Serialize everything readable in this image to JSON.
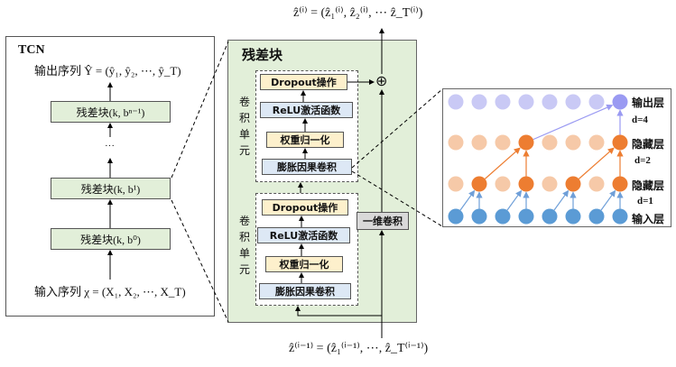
{
  "top_formula": "ẑ⁽ⁱ⁾ = (ẑ₁⁽ⁱ⁾, ẑ₂⁽ⁱ⁾, ⋯ ẑ_T⁽ⁱ⁾)",
  "bottom_formula": "ẑ⁽ⁱ⁻¹⁾ = (ẑ₁⁽ⁱ⁻¹⁾, ⋯, ẑ_T⁽ⁱ⁻¹⁾)",
  "tcn": {
    "title": "TCN",
    "output_sequence": "输出序列 Ŷ = (ŷ₁, ŷ₂, ⋯, ŷ_T)",
    "input_sequence": "输入序列 χ = (X₁, X₂, ⋯, X_T)",
    "ellipsis": "···",
    "blocks": [
      {
        "label": "残差块(k, bⁿ⁻¹)"
      },
      {
        "label": "残差块(k, b¹)"
      },
      {
        "label": "残差块(k, b⁰)"
      }
    ]
  },
  "residual_block": {
    "title": "残差块",
    "oplus": "⊕",
    "conv1d_label": "一维卷积",
    "units": [
      {
        "side_label": [
          "卷",
          "积",
          "单",
          "元"
        ],
        "ops": [
          "Dropout操作",
          "ReLU激活函数",
          "权重归一化",
          "膨胀因果卷积"
        ]
      },
      {
        "side_label": [
          "卷",
          "积",
          "单",
          "元"
        ],
        "ops": [
          "Dropout操作",
          "ReLU激活函数",
          "权重归一化",
          "膨胀因果卷积"
        ]
      }
    ]
  },
  "dilated_conv": {
    "layers": [
      "输出层",
      "隐藏层",
      "隐藏层",
      "输入层"
    ],
    "dilations": [
      "d=4",
      "d=2",
      "d=1"
    ],
    "nodes_per_layer": 8,
    "colors": {
      "output_light": "#c9c9f5",
      "output_active": "#9a9af2",
      "hidden_light": "#f6c9a8",
      "hidden_active": "#ed7d31",
      "input": "#5b9bd5",
      "edge_output": "#9a9af2",
      "edge_hidden": "#ed7d31",
      "edge_input": "#6f9fd8"
    }
  }
}
